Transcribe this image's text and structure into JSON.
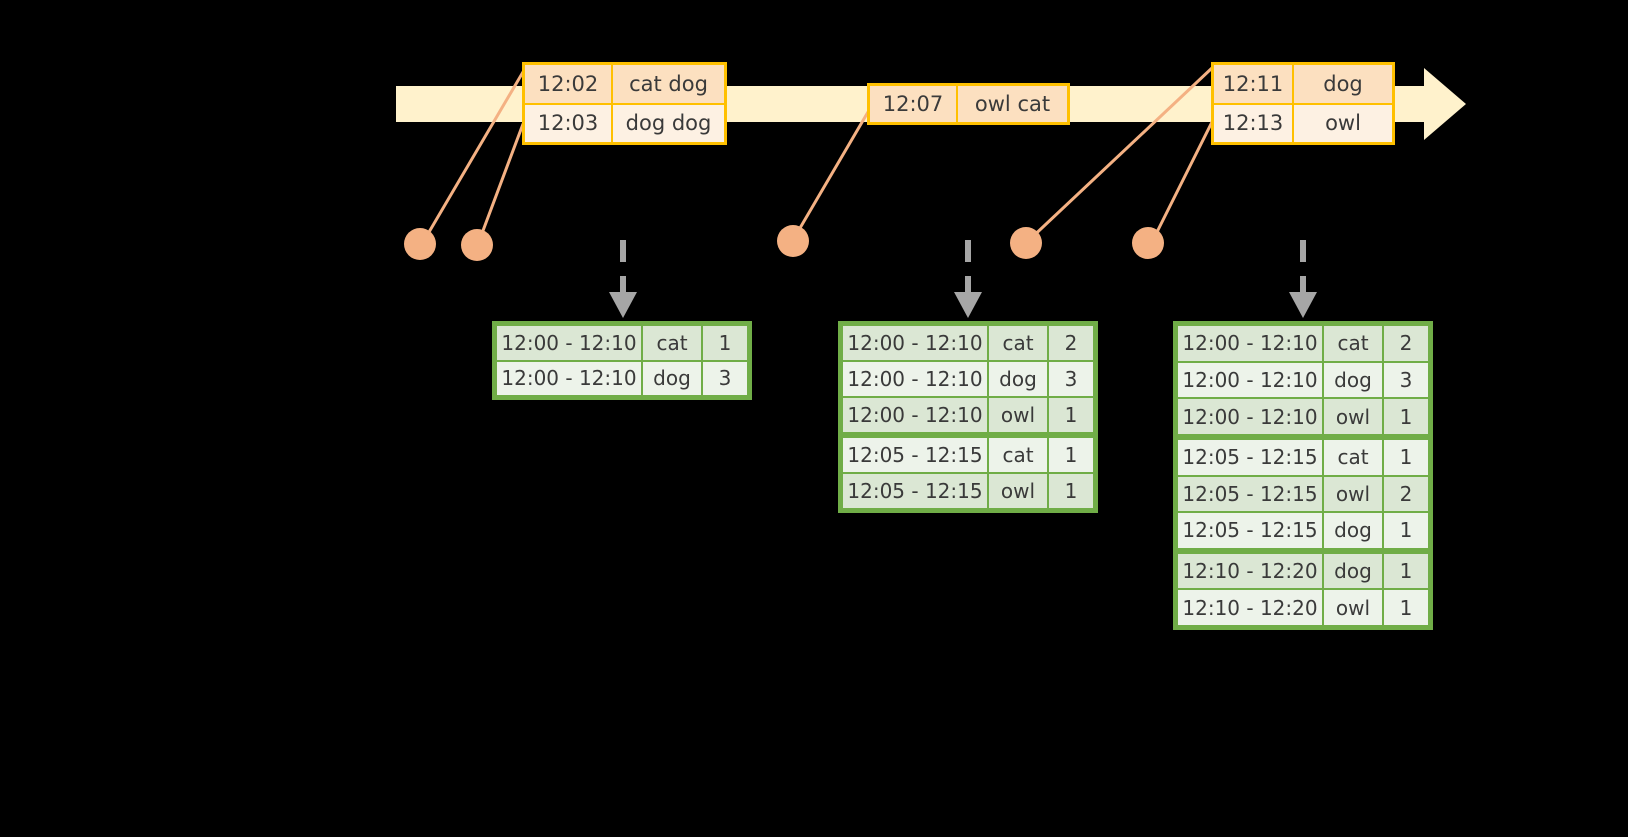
{
  "timeline": {
    "bar_color": "#FFF2CC",
    "border_color": "#FFC000",
    "arrow_name": "timeline-arrow",
    "events": [
      {
        "id": "event-group-1",
        "rows": [
          {
            "time": "12:02",
            "words": "cat dog"
          },
          {
            "time": "12:03",
            "words": "dog dog"
          }
        ]
      },
      {
        "id": "event-group-2",
        "rows": [
          {
            "time": "12:07",
            "words": "owl cat"
          }
        ]
      },
      {
        "id": "event-group-3",
        "rows": [
          {
            "time": "12:11",
            "words": "dog"
          },
          {
            "time": "12:13",
            "words": "owl"
          }
        ]
      }
    ]
  },
  "markers": {
    "color": "#F4B183",
    "count": 5
  },
  "tables": [
    {
      "id": "result-table-1",
      "border_color": "#70AD47",
      "columns": [
        "window",
        "word",
        "count"
      ],
      "rows": [
        {
          "window": "12:00 - 12:10",
          "word": "cat",
          "count": "1",
          "group": 0
        },
        {
          "window": "12:00 - 12:10",
          "word": "dog",
          "count": "3",
          "group": 0
        }
      ]
    },
    {
      "id": "result-table-2",
      "border_color": "#70AD47",
      "columns": [
        "window",
        "word",
        "count"
      ],
      "rows": [
        {
          "window": "12:00 - 12:10",
          "word": "cat",
          "count": "2",
          "group": 0
        },
        {
          "window": "12:00 - 12:10",
          "word": "dog",
          "count": "3",
          "group": 0
        },
        {
          "window": "12:00 - 12:10",
          "word": "owl",
          "count": "1",
          "group": 0
        },
        {
          "window": "12:05 - 12:15",
          "word": "cat",
          "count": "1",
          "group": 1
        },
        {
          "window": "12:05 - 12:15",
          "word": "owl",
          "count": "1",
          "group": 1
        }
      ]
    },
    {
      "id": "result-table-3",
      "border_color": "#70AD47",
      "columns": [
        "window",
        "word",
        "count"
      ],
      "rows": [
        {
          "window": "12:00 - 12:10",
          "word": "cat",
          "count": "2",
          "group": 0
        },
        {
          "window": "12:00 - 12:10",
          "word": "dog",
          "count": "3",
          "group": 0
        },
        {
          "window": "12:00 - 12:10",
          "word": "owl",
          "count": "1",
          "group": 0
        },
        {
          "window": "12:05 - 12:15",
          "word": "cat",
          "count": "1",
          "group": 1
        },
        {
          "window": "12:05 - 12:15",
          "word": "owl",
          "count": "2",
          "group": 1
        },
        {
          "window": "12:05 - 12:15",
          "word": "dog",
          "count": "1",
          "group": 1
        },
        {
          "window": "12:10 - 12:20",
          "word": "dog",
          "count": "1",
          "group": 2
        },
        {
          "window": "12:10 - 12:20",
          "word": "owl",
          "count": "1",
          "group": 2
        }
      ]
    }
  ],
  "flow_arrows": {
    "color": "#A6A6A6",
    "count": 3
  }
}
